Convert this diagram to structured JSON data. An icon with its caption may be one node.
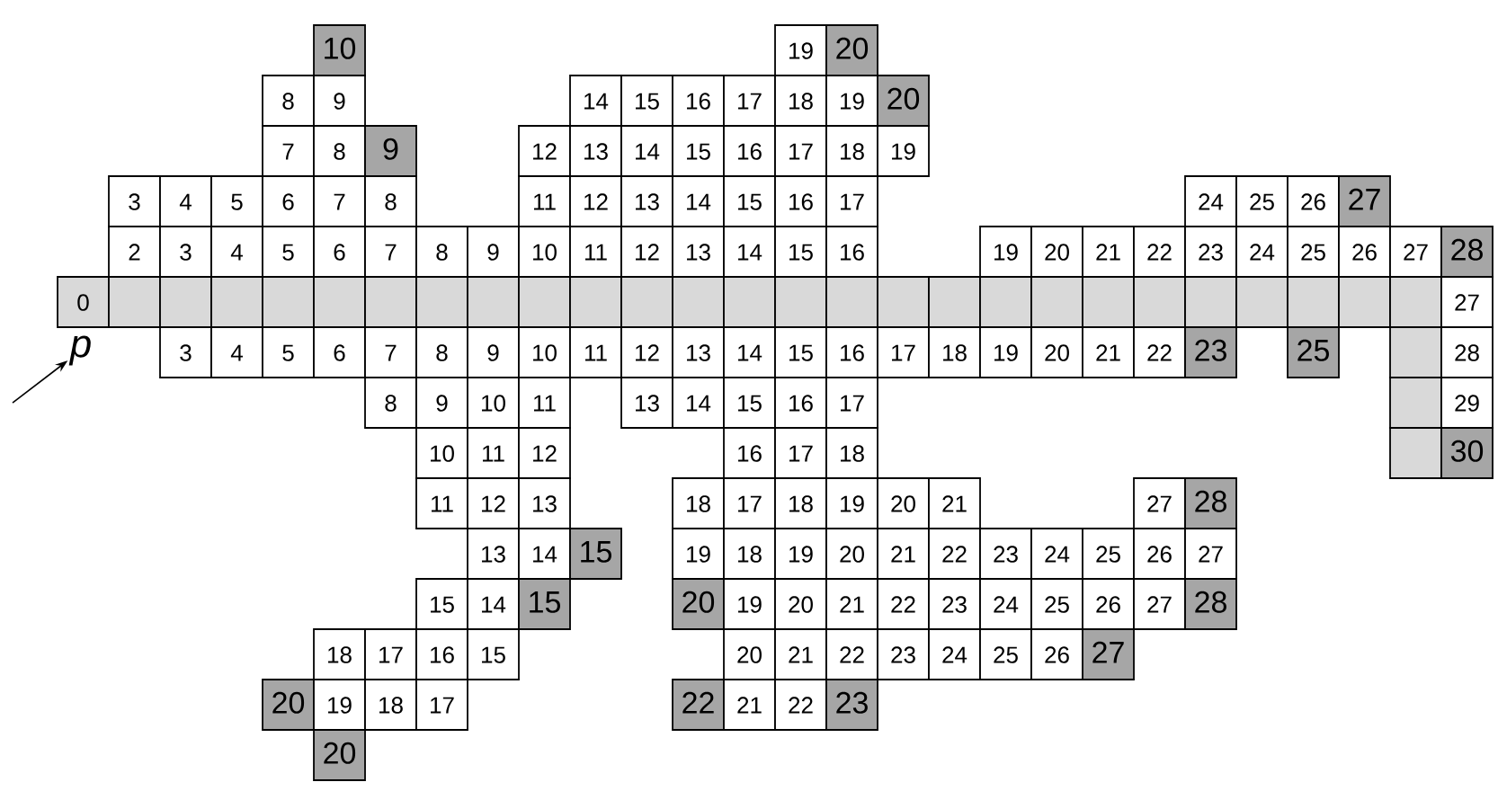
{
  "diagram": {
    "nodes": [
      {
        "text": [
          "10"
        ]
      },
      {
        "text": [
          "19"
        ]
      },
      {
        "text": [
          "20"
        ]
      },
      {
        "text": [
          "8"
        ]
      },
      {
        "text": [
          "9"
        ]
      },
      {
        "text": [
          "14"
        ]
      },
      {
        "text": [
          "15"
        ]
      },
      {
        "text": [
          "16"
        ]
      },
      {
        "text": [
          "17"
        ]
      },
      {
        "text": [
          "18"
        ]
      },
      {
        "text": [
          "19"
        ]
      },
      {
        "text": [
          "20"
        ]
      },
      {
        "text": [
          "7"
        ]
      },
      {
        "text": [
          "8"
        ]
      },
      {
        "text": [
          "9"
        ]
      },
      {
        "text": [
          "12"
        ]
      },
      {
        "text": [
          "13"
        ]
      },
      {
        "text": [
          "14"
        ]
      },
      {
        "text": [
          "15"
        ]
      },
      {
        "text": [
          "16"
        ]
      },
      {
        "text": [
          "17"
        ]
      },
      {
        "text": [
          "18"
        ]
      },
      {
        "text": [
          "19"
        ]
      },
      {
        "text": [
          "3"
        ]
      },
      {
        "text": [
          "4"
        ]
      },
      {
        "text": [
          "5"
        ]
      },
      {
        "text": [
          "6"
        ]
      },
      {
        "text": [
          "7"
        ]
      },
      {
        "text": [
          "8"
        ]
      },
      {
        "text": [
          "11"
        ]
      },
      {
        "text": [
          "12"
        ]
      },
      {
        "text": [
          "13"
        ]
      },
      {
        "text": [
          "14"
        ]
      },
      {
        "text": [
          "15"
        ]
      },
      {
        "text": [
          "16"
        ]
      },
      {
        "text": [
          "17"
        ]
      },
      {
        "text": [
          "24"
        ]
      },
      {
        "text": [
          "25"
        ]
      },
      {
        "text": [
          "26"
        ]
      },
      {
        "text": [
          "27"
        ]
      },
      {
        "text": [
          "2"
        ]
      },
      {
        "text": [
          "3"
        ]
      },
      {
        "text": [
          "4"
        ]
      },
      {
        "text": [
          "5"
        ]
      },
      {
        "text": [
          "6"
        ]
      },
      {
        "text": [
          "7"
        ]
      },
      {
        "text": [
          "8"
        ]
      },
      {
        "text": [
          "9"
        ]
      },
      {
        "text": [
          "10"
        ]
      },
      {
        "text": [
          "11"
        ]
      },
      {
        "text": [
          "12"
        ]
      },
      {
        "text": [
          "13"
        ]
      },
      {
        "text": [
          "14"
        ]
      },
      {
        "text": [
          "15"
        ]
      },
      {
        "text": [
          "16"
        ]
      },
      {
        "text": [
          "19"
        ]
      },
      {
        "text": [
          "20"
        ]
      },
      {
        "text": [
          "21"
        ]
      },
      {
        "text": [
          "22"
        ]
      },
      {
        "text": [
          "23"
        ]
      },
      {
        "text": [
          "24"
        ]
      },
      {
        "text": [
          "25"
        ]
      },
      {
        "text": [
          "26"
        ]
      },
      {
        "text": [
          "27"
        ]
      },
      {
        "text": [
          "28"
        ]
      },
      {
        "text": [
          "0"
        ]
      },
      {
        "text": [],
        "shape": "box"
      },
      {
        "text": [],
        "shape": "box"
      },
      {
        "text": [],
        "shape": "box"
      },
      {
        "text": [],
        "shape": "box"
      },
      {
        "text": [],
        "shape": "box"
      },
      {
        "text": [],
        "shape": "box"
      },
      {
        "text": [],
        "shape": "box"
      },
      {
        "text": [],
        "shape": "box"
      },
      {
        "text": [],
        "shape": "box"
      },
      {
        "text": [],
        "shape": "box"
      },
      {
        "text": [],
        "shape": "box"
      },
      {
        "text": [],
        "shape": "box"
      },
      {
        "text": [],
        "shape": "box"
      },
      {
        "text": [],
        "shape": "box"
      },
      {
        "text": [],
        "shape": "box"
      },
      {
        "text": [],
        "shape": "box"
      },
      {
        "text": [],
        "shape": "box"
      },
      {
        "text": [],
        "shape": "box"
      },
      {
        "text": [],
        "shape": "box"
      },
      {
        "text": [],
        "shape": "box"
      },
      {
        "text": [],
        "shape": "box"
      },
      {
        "text": [],
        "shape": "box"
      },
      {
        "text": [],
        "shape": "box"
      },
      {
        "text": [],
        "shape": "box"
      },
      {
        "text": [],
        "shape": "box"
      },
      {
        "text": [],
        "shape": "box"
      },
      {
        "text": [
          "27"
        ]
      },
      {
        "text": [
          "3"
        ]
      },
      {
        "text": [
          "4"
        ]
      },
      {
        "text": [
          "5"
        ]
      },
      {
        "text": [
          "6"
        ]
      },
      {
        "text": [
          "7"
        ]
      },
      {
        "text": [
          "8"
        ]
      },
      {
        "text": [
          "9"
        ]
      },
      {
        "text": [
          "10"
        ]
      },
      {
        "text": [
          "11"
        ]
      },
      {
        "text": [
          "12"
        ]
      },
      {
        "text": [
          "13"
        ]
      },
      {
        "text": [
          "14"
        ]
      },
      {
        "text": [
          "15"
        ]
      },
      {
        "text": [
          "16"
        ]
      },
      {
        "text": [
          "17"
        ]
      },
      {
        "text": [
          "18"
        ]
      },
      {
        "text": [
          "19"
        ]
      },
      {
        "text": [
          "20"
        ]
      },
      {
        "text": [
          "21"
        ]
      },
      {
        "text": [
          "22"
        ]
      },
      {
        "text": [
          "23"
        ]
      },
      {
        "text": [
          "25"
        ]
      },
      {
        "text": [],
        "shape": "box"
      },
      {
        "text": [
          "28"
        ]
      },
      {
        "text": [
          "8"
        ]
      },
      {
        "text": [
          "9"
        ]
      },
      {
        "text": [
          "10"
        ]
      },
      {
        "text": [
          "11"
        ]
      },
      {
        "text": [
          "13"
        ]
      },
      {
        "text": [
          "14"
        ]
      },
      {
        "text": [
          "15"
        ]
      },
      {
        "text": [
          "16"
        ]
      },
      {
        "text": [
          "17"
        ]
      },
      {
        "text": [],
        "shape": "box"
      },
      {
        "text": [
          "29"
        ]
      },
      {
        "text": [
          "10"
        ]
      },
      {
        "text": [
          "11"
        ]
      },
      {
        "text": [
          "12"
        ]
      },
      {
        "text": [
          "16"
        ]
      },
      {
        "text": [
          "17"
        ]
      },
      {
        "text": [
          "18"
        ]
      },
      {
        "text": [],
        "shape": "box"
      },
      {
        "text": [
          "30"
        ]
      },
      {
        "text": [
          "11"
        ]
      },
      {
        "text": [
          "12"
        ]
      },
      {
        "text": [
          "13"
        ]
      },
      {
        "text": [
          "18"
        ]
      },
      {
        "text": [
          "17"
        ]
      },
      {
        "text": [
          "18"
        ]
      },
      {
        "text": [
          "19"
        ]
      },
      {
        "text": [
          "20"
        ]
      },
      {
        "text": [
          "21"
        ]
      },
      {
        "text": [
          "27"
        ]
      },
      {
        "text": [
          "28"
        ]
      },
      {
        "text": [
          "13"
        ]
      },
      {
        "text": [
          "14"
        ]
      },
      {
        "text": [
          "15"
        ]
      },
      {
        "text": [
          "19"
        ]
      },
      {
        "text": [
          "18"
        ]
      },
      {
        "text": [
          "19"
        ]
      },
      {
        "text": [
          "20"
        ]
      },
      {
        "text": [
          "21"
        ]
      },
      {
        "text": [
          "22"
        ]
      },
      {
        "text": [
          "23"
        ]
      },
      {
        "text": [
          "24"
        ]
      },
      {
        "text": [
          "25"
        ]
      },
      {
        "text": [
          "26"
        ]
      },
      {
        "text": [
          "27"
        ]
      },
      {
        "text": [
          "15"
        ]
      },
      {
        "text": [
          "14"
        ]
      },
      {
        "text": [
          "15"
        ]
      },
      {
        "text": [
          "20"
        ]
      },
      {
        "text": [
          "19"
        ]
      },
      {
        "text": [
          "20"
        ]
      },
      {
        "text": [
          "21"
        ]
      },
      {
        "text": [
          "22"
        ]
      },
      {
        "text": [
          "23"
        ]
      },
      {
        "text": [
          "24"
        ]
      },
      {
        "text": [
          "25"
        ]
      },
      {
        "text": [
          "26"
        ]
      },
      {
        "text": [
          "27"
        ]
      },
      {
        "text": [
          "28"
        ]
      },
      {
        "text": [
          "18"
        ]
      },
      {
        "text": [
          "17"
        ]
      },
      {
        "text": [
          "16"
        ]
      },
      {
        "text": [
          "15"
        ]
      },
      {
        "text": [
          "20"
        ]
      },
      {
        "text": [
          "21"
        ]
      },
      {
        "text": [
          "22"
        ]
      },
      {
        "text": [
          "23"
        ]
      },
      {
        "text": [
          "24"
        ]
      },
      {
        "text": [
          "25"
        ]
      },
      {
        "text": [
          "26"
        ]
      },
      {
        "text": [
          "27"
        ]
      },
      {
        "text": [
          "20"
        ]
      },
      {
        "text": [
          "19"
        ]
      },
      {
        "text": [
          "18"
        ]
      },
      {
        "text": [
          "17"
        ]
      },
      {
        "text": [
          "22"
        ]
      },
      {
        "text": [
          "21"
        ]
      },
      {
        "text": [
          "22"
        ]
      },
      {
        "text": [
          "23"
        ]
      },
      {
        "text": [
          "20"
        ]
      },
      {
        "text": [
          "*p*"
        ]
      }
    ],
    "edges": [
      {
        "from": null,
        "to": 196,
        "arrow": "to"
      }
    ]
  }
}
